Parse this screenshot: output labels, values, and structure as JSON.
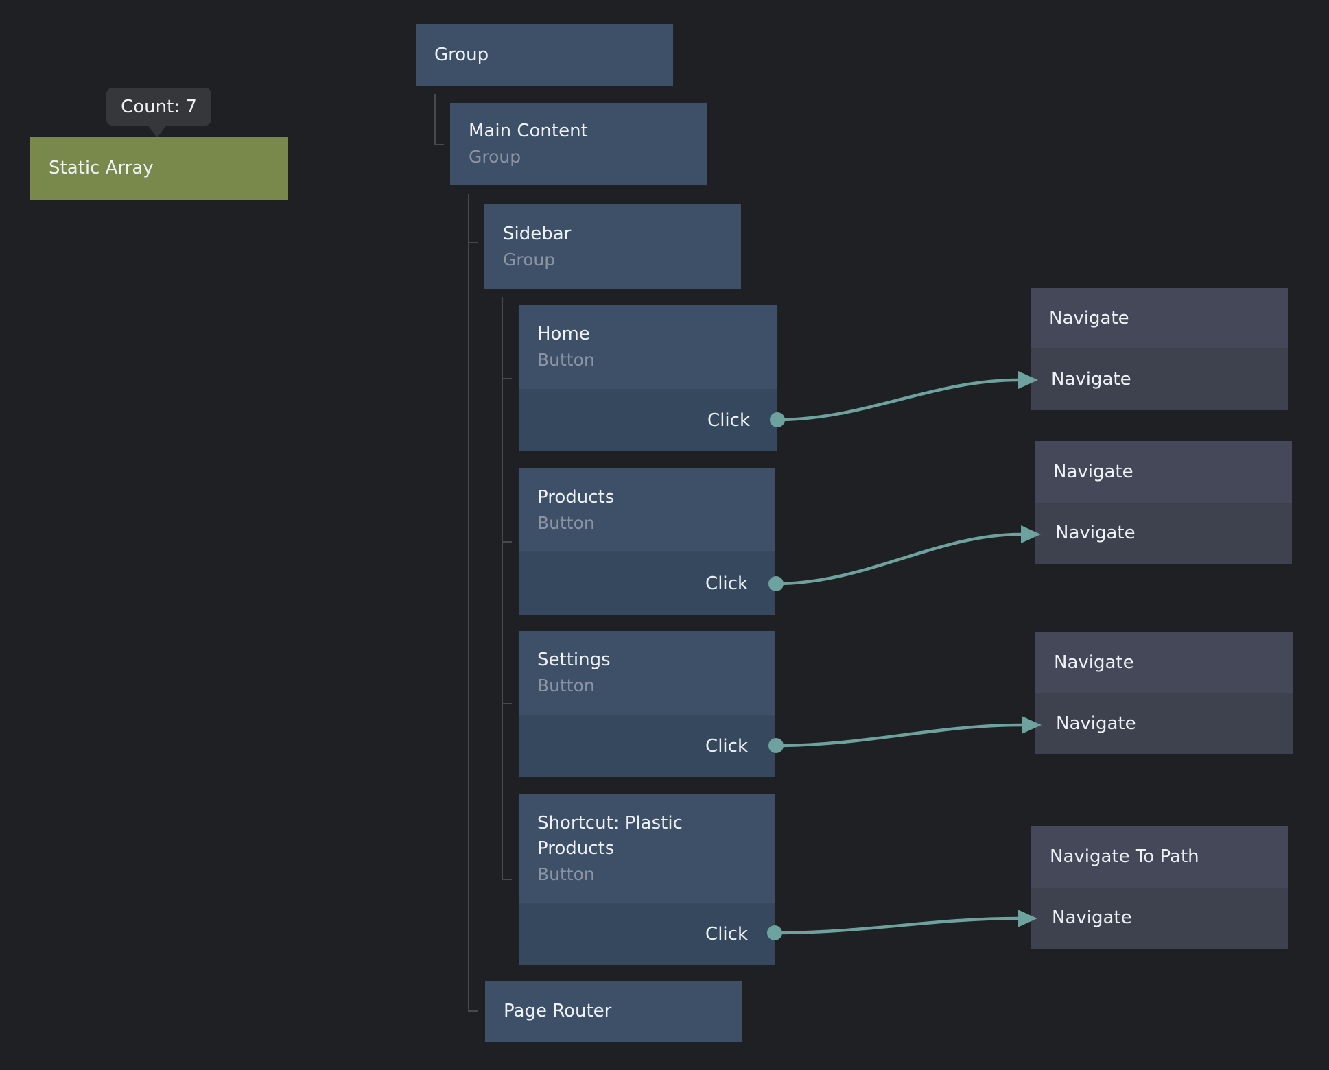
{
  "tooltip": {
    "text": "Count: 7"
  },
  "nodes": {
    "static_array": {
      "title": "Static Array"
    },
    "group": {
      "title": "Group"
    },
    "main_content": {
      "title": "Main Content",
      "subtitle": "Group"
    },
    "sidebar": {
      "title": "Sidebar",
      "subtitle": "Group"
    },
    "home": {
      "title": "Home",
      "subtitle": "Button",
      "port": "Click"
    },
    "products": {
      "title": "Products",
      "subtitle": "Button",
      "port": "Click"
    },
    "settings": {
      "title": "Settings",
      "subtitle": "Button",
      "port": "Click"
    },
    "shortcut": {
      "title": "Shortcut: Plastic Products",
      "subtitle": "Button",
      "port": "Click"
    },
    "page_router": {
      "title": "Page Router"
    },
    "navigate_home": {
      "title": "Navigate",
      "input": "Navigate"
    },
    "navigate_products": {
      "title": "Navigate",
      "input": "Navigate"
    },
    "navigate_settings": {
      "title": "Navigate",
      "input": "Navigate"
    },
    "navigate_to_path": {
      "title": "Navigate To Path",
      "input": "Navigate"
    }
  },
  "colors": {
    "bg": "#1f2023",
    "node_blue_header": "#3d5068",
    "node_blue_footer": "#36485e",
    "node_gray_header": "#444859",
    "node_gray_body": "#3e424f",
    "accent_teal": "#6da29e",
    "olive": "#79894c",
    "guide_line": "#48494c",
    "tooltip_bg": "#36373b",
    "title": "#eef1f5",
    "subtitle": "#8c94a4"
  }
}
